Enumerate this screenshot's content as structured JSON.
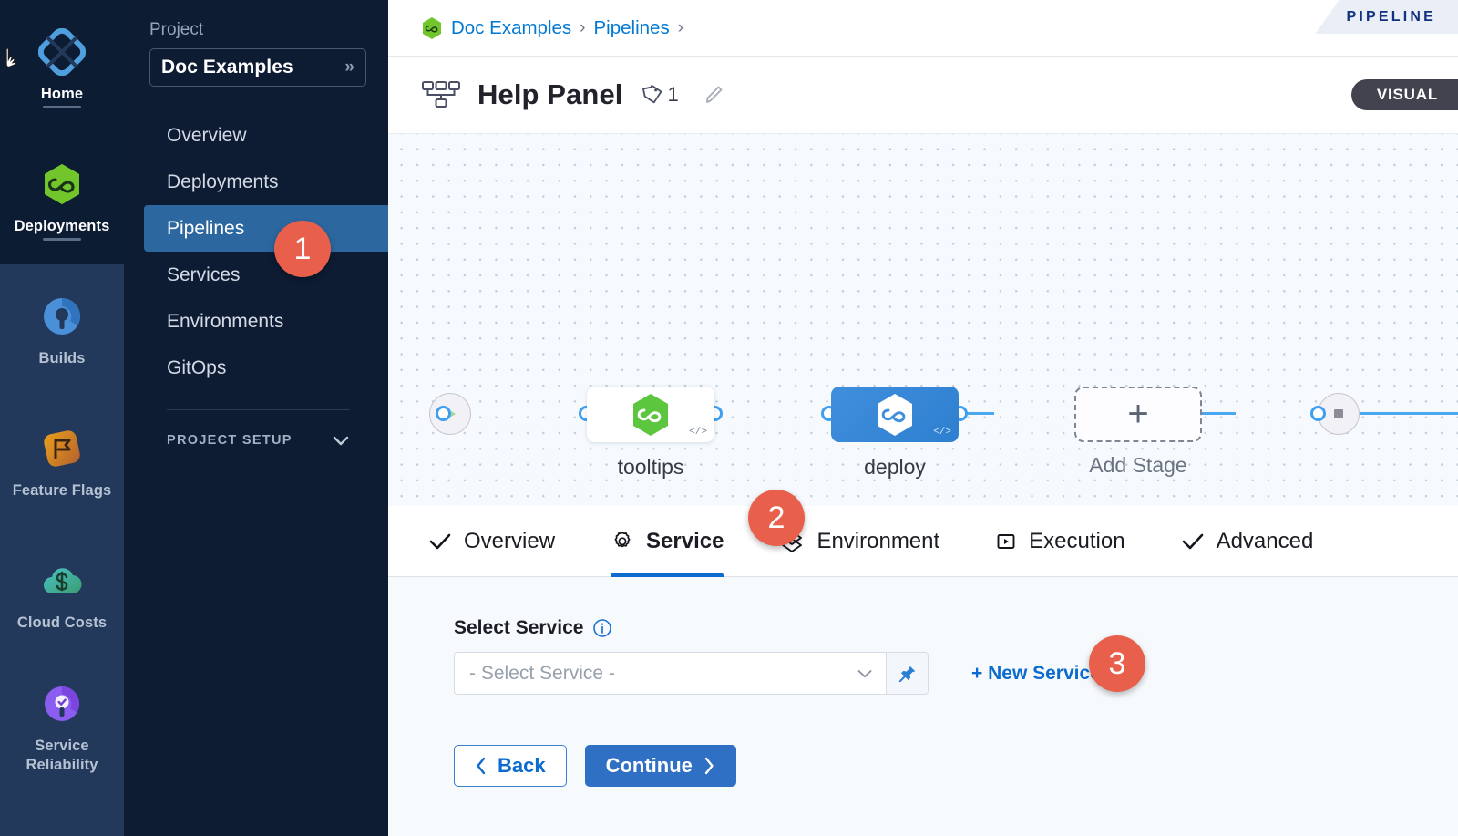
{
  "rail": {
    "items": [
      {
        "label": "Home",
        "icon": "home-diamond-icon",
        "active": true
      },
      {
        "label": "Deployments",
        "icon": "deployments-hexagon-icon",
        "active": true
      },
      {
        "label": "Builds",
        "icon": "builds-icon",
        "active": false
      },
      {
        "label": "Feature Flags",
        "icon": "feature-flags-icon",
        "active": false
      },
      {
        "label": "Cloud Costs",
        "icon": "cloud-costs-icon",
        "active": false
      },
      {
        "label": "Service Reliability",
        "icon": "service-reliability-icon",
        "active": false
      }
    ]
  },
  "sidebar": {
    "project_label": "Project",
    "project_name": "Doc Examples",
    "expand_icon": "»",
    "items": [
      {
        "label": "Overview"
      },
      {
        "label": "Deployments"
      },
      {
        "label": "Pipelines"
      },
      {
        "label": "Services"
      },
      {
        "label": "Environments"
      },
      {
        "label": "GitOps"
      }
    ],
    "setup_label": "PROJECT SETUP",
    "setup_chevron": "⌄"
  },
  "breadcrumb": {
    "icon": "harness-hexagon-icon",
    "items": [
      "Doc Examples",
      "Pipelines"
    ],
    "separator": "›",
    "trailing_separator": "›"
  },
  "studio_tab": {
    "label": "PIPELINE"
  },
  "header": {
    "icon": "pipeline-nodes-icon",
    "title": "Help Panel",
    "tag_icon": "tag-icon",
    "tag_count": "1",
    "edit_icon": "pencil-icon",
    "mode_badge": "VISUAL"
  },
  "canvas": {
    "start_icon": "play-icon",
    "end_icon": "stop-icon",
    "stages": [
      {
        "name": "tooltips",
        "kind": "white",
        "icon": "harness-hexagon-green-icon",
        "code_badge": "</>"
      },
      {
        "name": "deploy",
        "kind": "blue",
        "icon": "harness-hexagon-white-icon",
        "code_badge": "</>"
      }
    ],
    "add_stage_label": "Add Stage",
    "add_stage_glyph": "+"
  },
  "tabs": [
    {
      "label": "Overview",
      "icon": "check-icon",
      "active": false
    },
    {
      "label": "Service",
      "icon": "gear-icon",
      "active": true
    },
    {
      "label": "Environment",
      "icon": "layers-diamond-icon",
      "active": false
    },
    {
      "label": "Execution",
      "icon": "play-box-icon",
      "active": false
    },
    {
      "label": "Advanced",
      "icon": "check-icon",
      "active": false
    }
  ],
  "form": {
    "field_label": "Select Service",
    "info_icon": "info-icon",
    "select_value": "- Select Service -",
    "select_chevron": "⌄",
    "pin_icon": "pin-icon",
    "new_service_label": "+ New Service",
    "back_label": "Back",
    "back_chevron": "‹",
    "continue_label": "Continue",
    "continue_chevron": "›"
  },
  "callouts": [
    {
      "number": "1"
    },
    {
      "number": "2"
    },
    {
      "number": "3"
    }
  ],
  "colors": {
    "accent_blue": "#0b6bcf",
    "callout_red": "#e8604c",
    "rail_dark": "#0b1c33",
    "rail_blue": "#22395b",
    "sidebar": "#0d1c33",
    "nav_active": "#2d679f",
    "stage_blue": "#3f8fdd",
    "harness_green": "#5cc63f"
  }
}
